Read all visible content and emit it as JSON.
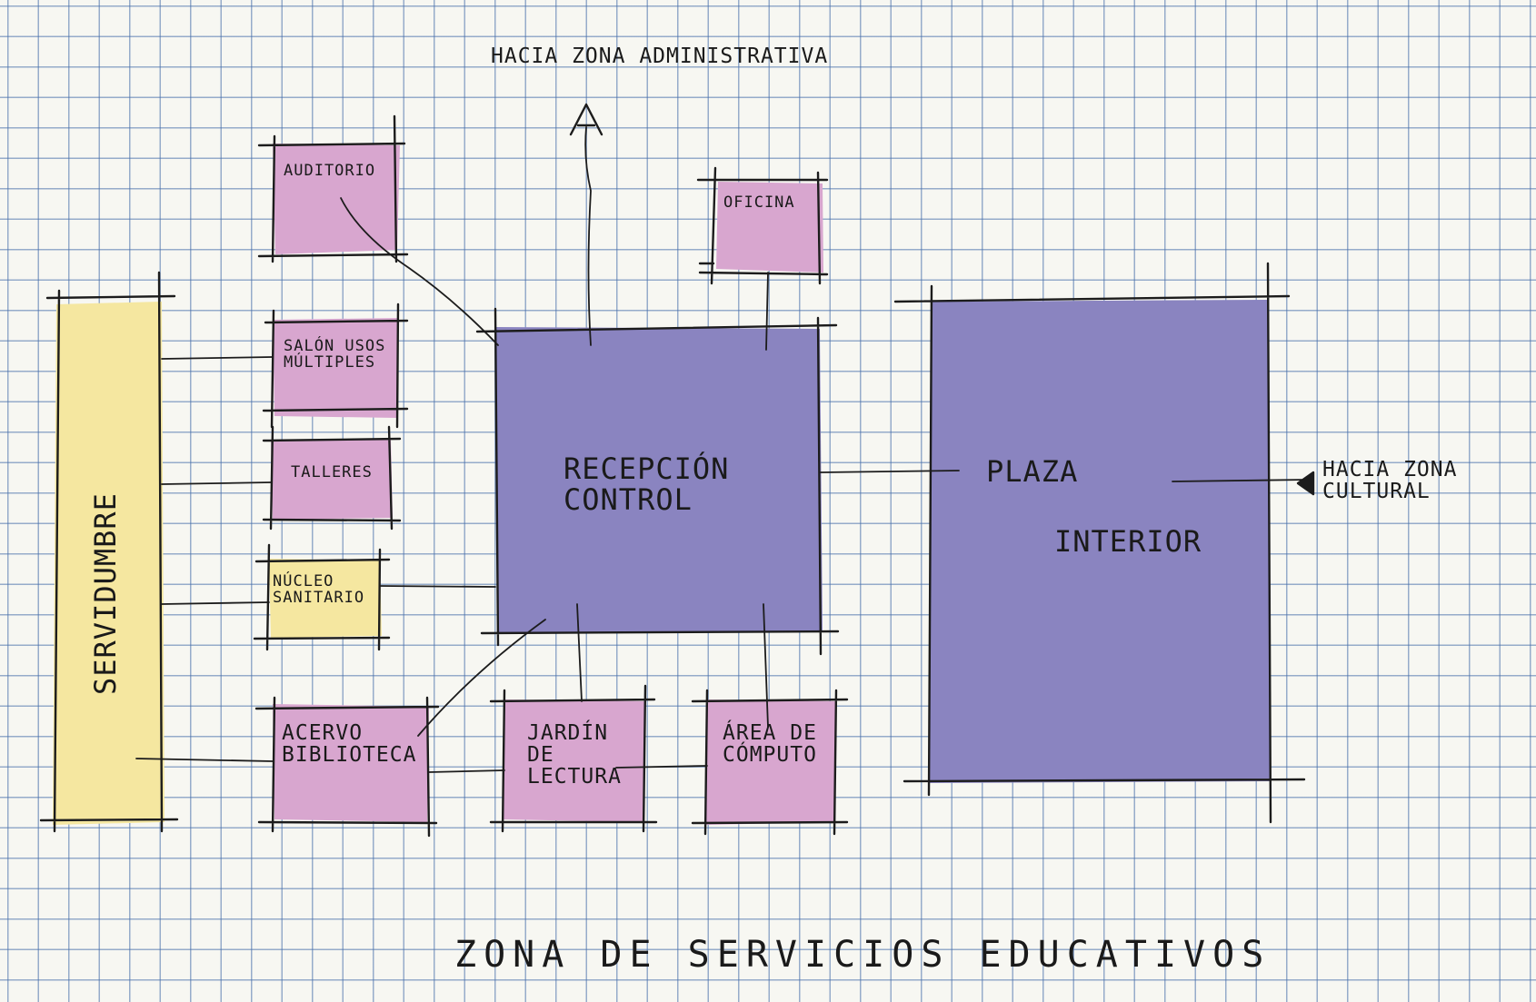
{
  "colors": {
    "grid": "#466eaa",
    "purple": "#8a84c0",
    "pink": "#d8a6cf",
    "yellow": "#f5e7a0",
    "ink": "#1c1c1c"
  },
  "labels": {
    "to_admin": "Hacia zona administrativa",
    "to_cultural": "Hacia zona cultural",
    "servidumbre": "Servidumbre",
    "auditorio": "Auditorio",
    "oficina": "Oficina",
    "salon": "Salón usos múltiples",
    "talleres": "Talleres",
    "nucleo": "Núcleo sanitario",
    "recepcion": "Recepción control",
    "plaza": "Plaza",
    "plaza_interior": "Interior",
    "acervo": "Acervo biblioteca",
    "jardin": "Jardín de lectura",
    "area": "Área de cómputo",
    "zone_title": "Zona de servicios educativos"
  }
}
